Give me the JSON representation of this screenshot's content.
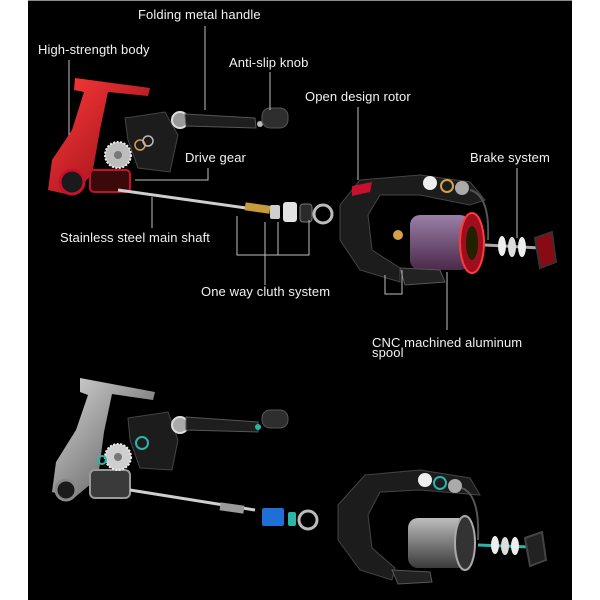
{
  "figure": {
    "title": "Spinning reel exploded view",
    "background_color": "#000000",
    "page_margin_color": "#ffffff",
    "label_color": "#f2f2f2",
    "leader_line_color": "#bfbfbf"
  },
  "labels": {
    "folding_metal_handle": "Folding metal handle",
    "high_strength_body": "High-strength body",
    "anti_slip_knob": "Anti-slip knob",
    "open_design_rotor": "Open design rotor",
    "drive_gear": "Drive gear",
    "brake_system": "Brake system",
    "stainless_steel_main_shaft": "Stainless steel main shaft",
    "one_way_clutch_system": "One way cluth system",
    "cnc_spool_line1": "CNC machined aluminum",
    "cnc_spool_line2": "spool"
  },
  "reels": [
    {
      "variant": "red",
      "body_color": "#c8102e",
      "accent_color": "#d4a04a"
    },
    {
      "variant": "silver",
      "body_color": "#8e8e8e",
      "accent_color": "#2bb5a8",
      "clutch_color": "#1f6fd6"
    }
  ]
}
